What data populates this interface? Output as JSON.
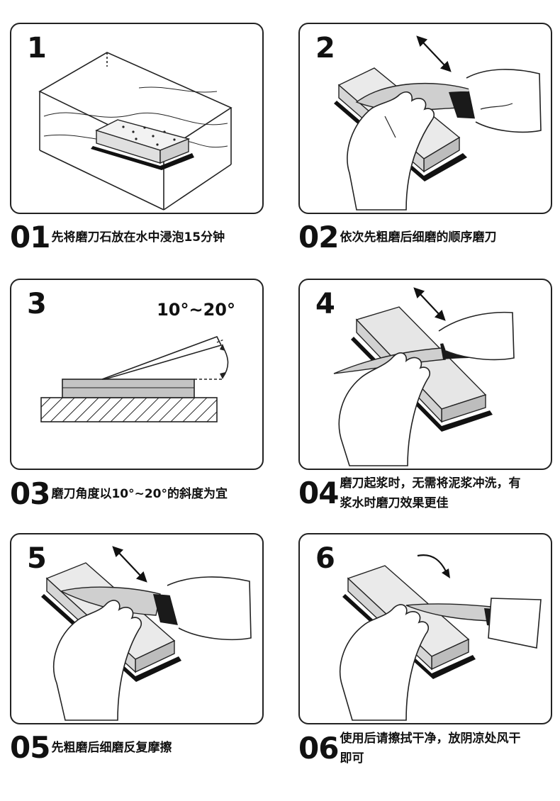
{
  "steps": [
    {
      "num": "1",
      "cap_num": "01",
      "caption": "先将磨刀石放在水中浸泡15分钟"
    },
    {
      "num": "2",
      "cap_num": "02",
      "caption": "依次先粗磨后细磨的顺序磨刀"
    },
    {
      "num": "3",
      "cap_num": "03",
      "caption": "磨刀角度以10°~20°的斜度为宜",
      "angle": "10°~20°"
    },
    {
      "num": "4",
      "cap_num": "04",
      "caption": "磨刀起浆时，无需将泥浆冲洗，有浆水时磨刀效果更佳"
    },
    {
      "num": "5",
      "cap_num": "05",
      "caption": "先粗磨后细磨反复摩擦"
    },
    {
      "num": "6",
      "cap_num": "06",
      "caption": "使用后请擦拭干净，放阴凉处风干即可"
    }
  ],
  "colors": {
    "stroke": "#222222",
    "stone_top": "#e8e8e8",
    "stone_side": "#b5b5b5",
    "blade": "#cfcfcf",
    "handle": "#1a1a1a"
  }
}
